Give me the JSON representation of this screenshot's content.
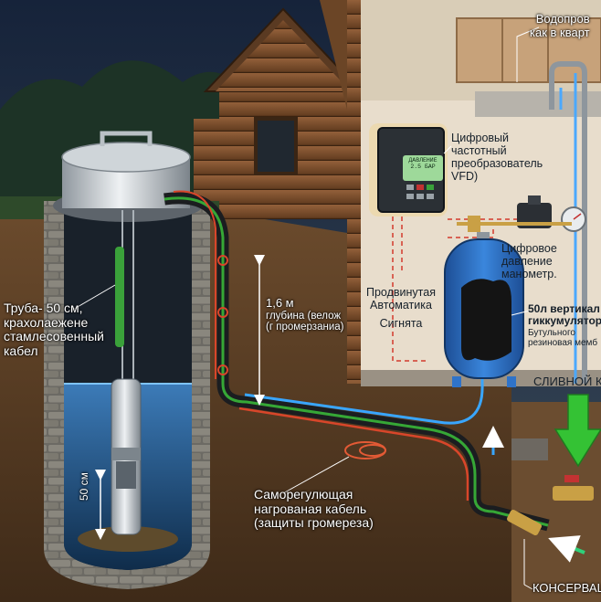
{
  "labels": {
    "top_right_line1": "Водопров",
    "top_right_line2": "как в кварт",
    "vfd_line1": "Цифровый",
    "vfd_line2": "частотный",
    "vfd_line3": "преобразователь",
    "vfd_line4": "VFD)",
    "vfd_screen_line1": "ДАВЛЕНИЕ",
    "vfd_screen_line2": "2.5 БАР",
    "pipe_line1": "Труба- 50 см,",
    "pipe_line2": "крахолаежене",
    "pipe_line3": "стамлесовенный",
    "pipe_line4": "кабел",
    "automation_line1": "Продвинутая",
    "automation_line2": "Автоматика",
    "automation_line3": "Сигнята",
    "gauge_line1": "Цифровое",
    "gauge_line2": "давление",
    "gauge_line3": "манометр.",
    "accumulator_line1": "50л вертикал",
    "accumulator_line2": "гиккумулятор",
    "accumulator_line3": "Бутульного",
    "accumulator_line4": "резиновая мемб",
    "drain": "СЛИВНОЙ К",
    "depth_line1": "1,6 м",
    "depth_line2": "глубина (велож",
    "depth_line3": "(г промерзаниа)",
    "fifty_cm": "50 см",
    "cable_line1": "Саморегулющая",
    "cable_line2": "нагрованая кабель",
    "cable_line3": "(защиты громереза)",
    "conservation": "КОНСЕРВАЦ"
  },
  "colors": {
    "night_sky": "#1c2b3c",
    "log_wall": "#7a4a26",
    "soil": "#5e4128",
    "water": "#2f6aa3",
    "pipe_black": "#1b1d20",
    "heating_cable": "#d8462a",
    "accumulator_blue": "#2f73c9",
    "flow_arrow_blue": "#39a6ff",
    "drain_arrow_green": "#34c234",
    "interior_wall": "#e6ddcf"
  }
}
